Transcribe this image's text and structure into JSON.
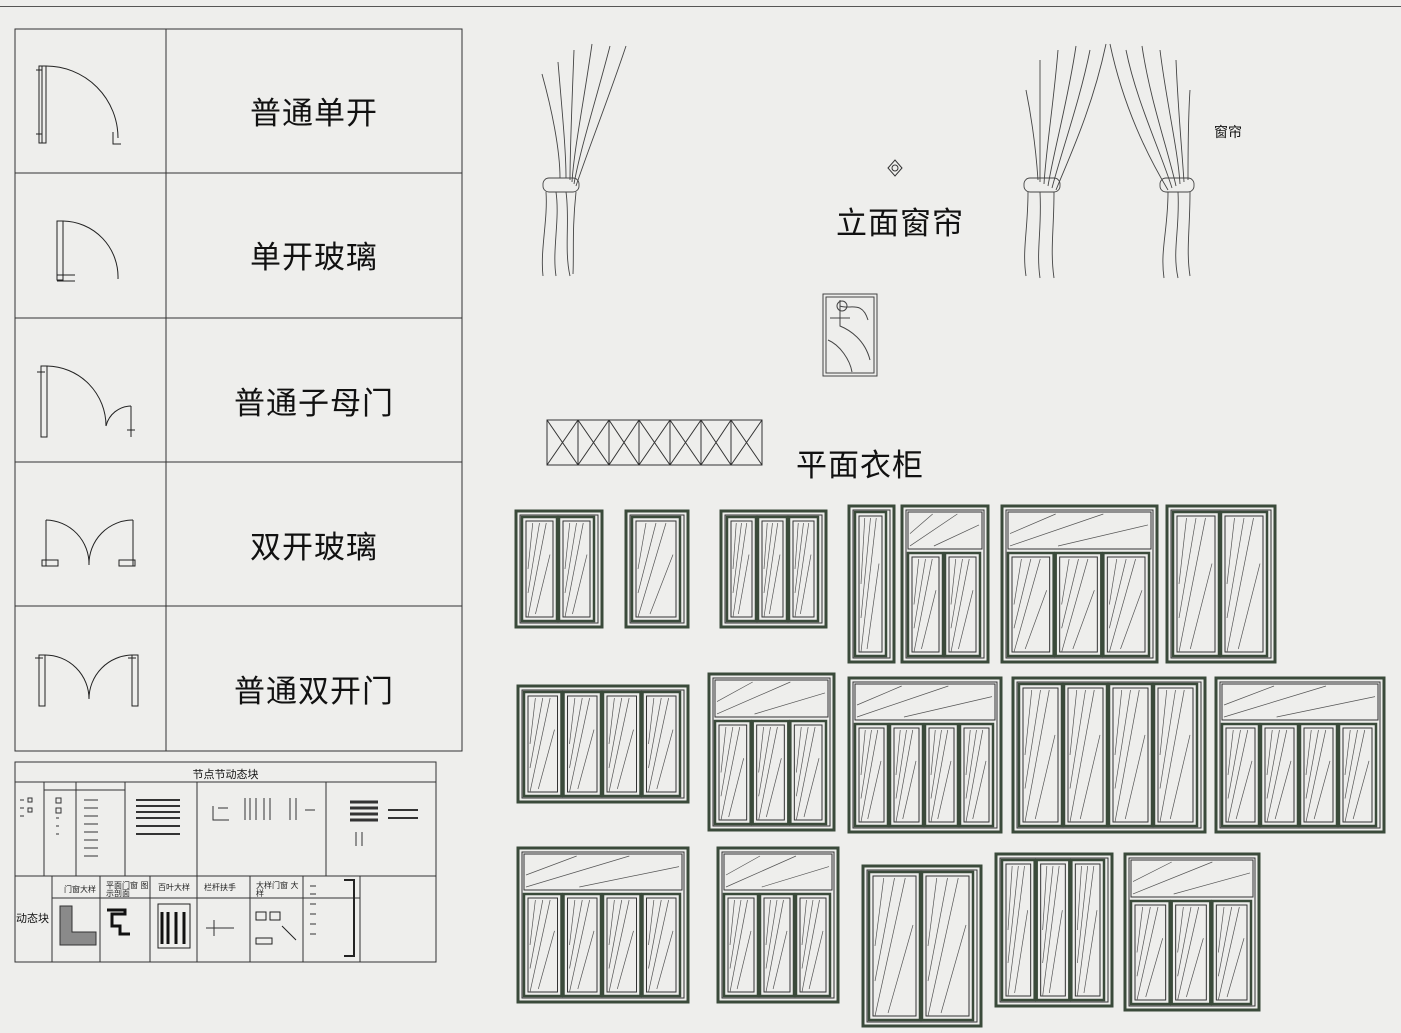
{
  "legend": {
    "rows": [
      {
        "label": "普通单开",
        "icon": "single-door-icon"
      },
      {
        "label": "单开玻璃",
        "icon": "single-glass-door-icon"
      },
      {
        "label": "普通子母门",
        "icon": "unequal-double-door-icon"
      },
      {
        "label": "双开玻璃",
        "icon": "double-glass-door-icon"
      },
      {
        "label": "普通双开门",
        "icon": "double-door-icon"
      }
    ]
  },
  "node_table": {
    "title": "节点节动态块",
    "row_label": "动态块",
    "sub_headers": [
      "门窗大样",
      "平面门窗 图示剖面",
      "百叶大样",
      "栏杆扶手",
      "大样门窗 大样"
    ]
  },
  "labels": {
    "curtain_title": "立面窗帘",
    "curtain_small": "窗帘",
    "wardrobe_title": "平面衣柜"
  },
  "colors": {
    "paper": "#eeeeec",
    "line": "#222222",
    "frame": "#3a4a3a"
  }
}
